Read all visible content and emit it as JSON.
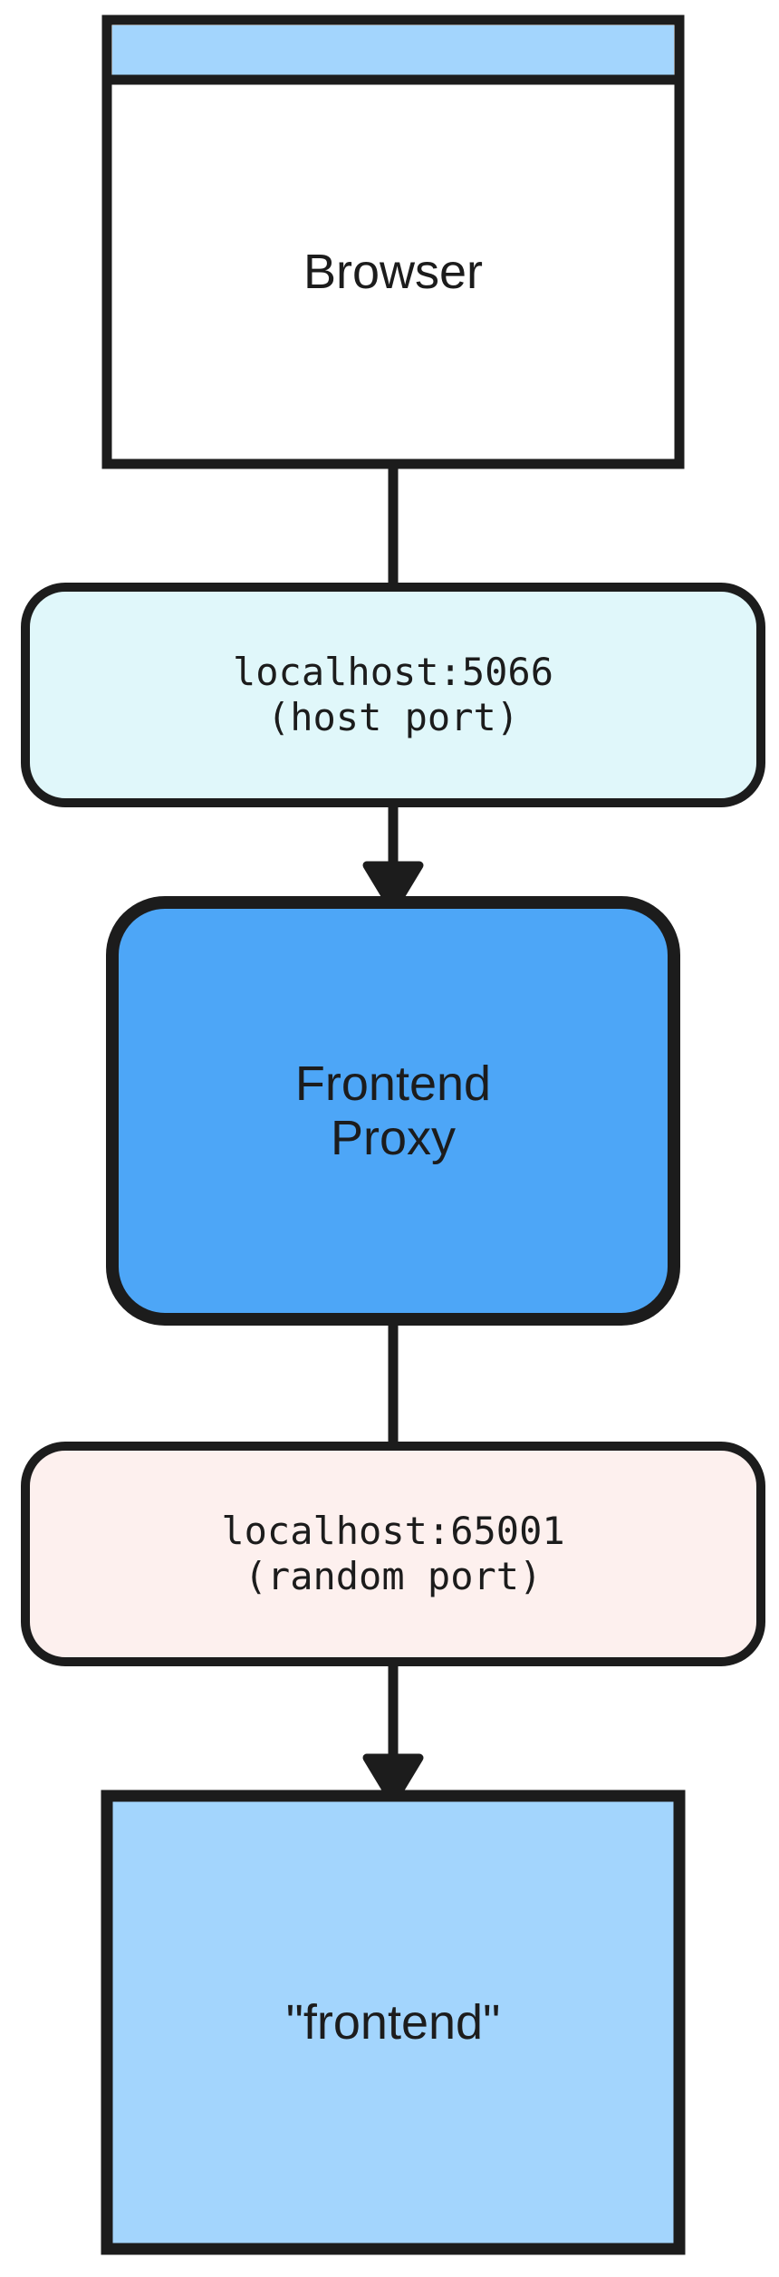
{
  "diagram": {
    "type": "flowchart",
    "direction": "top-down",
    "background": "#ffffff",
    "stroke_color": "#1c1c1c",
    "text_color": "#1c1c1c",
    "nodes": [
      {
        "id": "browser",
        "shape": "browser-window",
        "label": "Browser",
        "fill": "#ffffff",
        "titlebar_fill": "#a3d5fd",
        "stroke": "#1c1c1c",
        "font": "sans"
      },
      {
        "id": "host-port-label",
        "shape": "stadium",
        "label_line1": "localhost:5066",
        "label_line2": "(host port)",
        "fill": "#e0f7fa",
        "stroke": "#1c1c1c",
        "font": "mono"
      },
      {
        "id": "frontend-proxy",
        "shape": "rounded-rect",
        "label_line1": "Frontend",
        "label_line2": "Proxy",
        "fill": "#4da6f7",
        "stroke": "#1c1c1c",
        "font": "sans"
      },
      {
        "id": "random-port-label",
        "shape": "stadium",
        "label_line1": "localhost:65001",
        "label_line2": "(random port)",
        "fill": "#fdf0ee",
        "stroke": "#1c1c1c",
        "font": "mono"
      },
      {
        "id": "frontend-service",
        "shape": "rect",
        "label": "\"frontend\"",
        "fill": "#a3d5fd",
        "stroke": "#1c1c1c",
        "font": "sans"
      }
    ],
    "edges": [
      {
        "id": "browser-to-host-port",
        "from": "browser",
        "to": "host-port-label",
        "arrowhead": false
      },
      {
        "id": "host-port-to-proxy",
        "from": "host-port-label",
        "to": "frontend-proxy",
        "arrowhead": true
      },
      {
        "id": "proxy-to-random-port",
        "from": "frontend-proxy",
        "to": "random-port-label",
        "arrowhead": false
      },
      {
        "id": "random-port-to-frontend",
        "from": "random-port-label",
        "to": "frontend-service",
        "arrowhead": true
      }
    ]
  }
}
